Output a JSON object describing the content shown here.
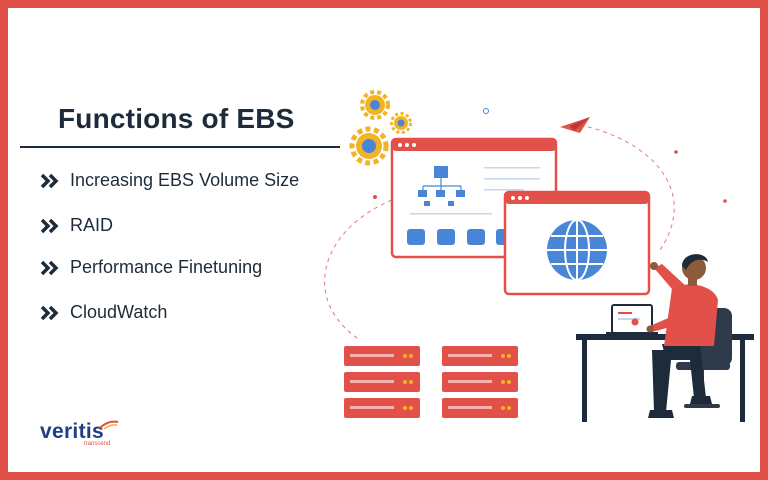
{
  "colors": {
    "border": "#e2504a",
    "title": "#1e2b3a",
    "accent_red": "#e2504a",
    "accent_blue": "#4a86d8",
    "gear_yellow": "#f2b424",
    "logo_blue": "#1f3f84"
  },
  "heading": {
    "title": "Functions of EBS"
  },
  "functions": {
    "items": [
      {
        "label": "Increasing EBS Volume Size",
        "icon": "double-chevron-icon"
      },
      {
        "label": "RAID",
        "icon": "double-chevron-icon"
      },
      {
        "label": "Performance Finetuning",
        "icon": "double-chevron-icon"
      },
      {
        "label": "CloudWatch",
        "icon": "double-chevron-icon"
      }
    ]
  },
  "logo": {
    "name": "veritis",
    "tagline": "transcend"
  },
  "illustration": {
    "icons": [
      "gear-icon",
      "paper-plane-icon",
      "browser-window-icon",
      "globe-icon",
      "server-rack-icon",
      "person-at-desk-icon",
      "laptop-icon",
      "office-chair-icon"
    ]
  }
}
